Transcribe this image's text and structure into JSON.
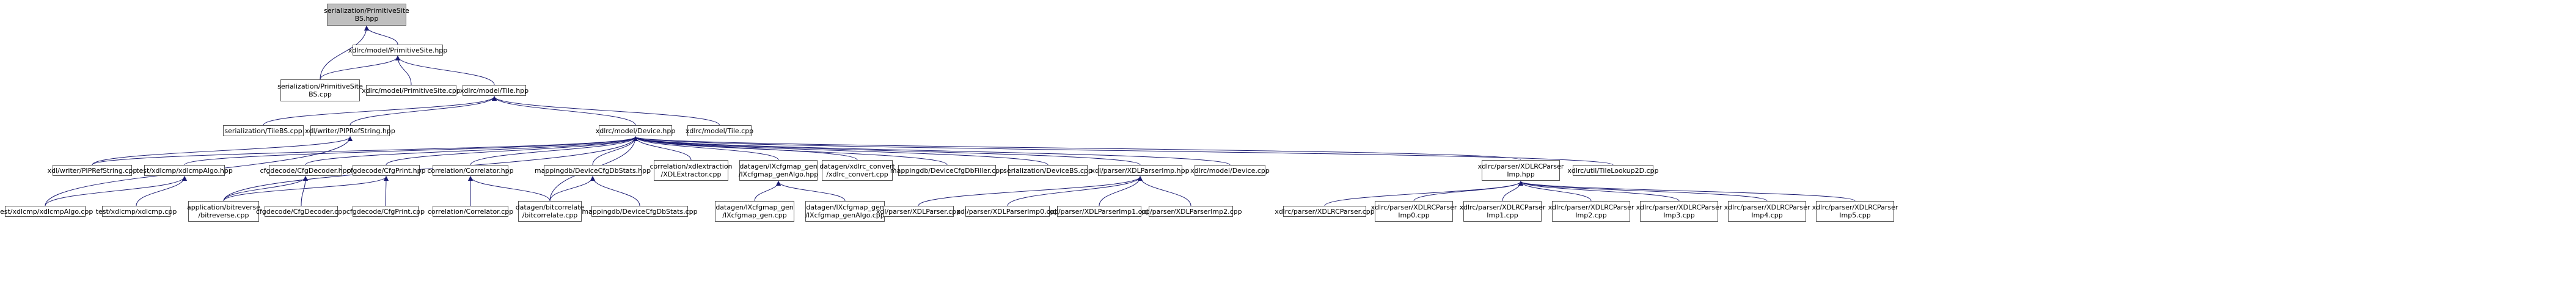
{
  "graph": {
    "nodes": [
      {
        "id": "n0",
        "label": "serialization/PrimitiveSite\nBS.hpp",
        "root": true
      },
      {
        "id": "n1",
        "label": "xdlrc/model/PrimitiveSite.hpp"
      },
      {
        "id": "n2",
        "label": "serialization/PrimitiveSite\nBS.cpp"
      },
      {
        "id": "n3",
        "label": "xdlrc/model/PrimitiveSite.cpp"
      },
      {
        "id": "n4",
        "label": "xdlrc/model/Tile.hpp"
      },
      {
        "id": "n5",
        "label": "serialization/TileBS.cpp"
      },
      {
        "id": "n6",
        "label": "xdl/writer/PIPRefString.hpp"
      },
      {
        "id": "n7",
        "label": "xdlrc/model/Device.hpp"
      },
      {
        "id": "n8",
        "label": "xdlrc/model/Tile.cpp"
      },
      {
        "id": "n9",
        "label": "xdl/writer/PIPRefString.cpp"
      },
      {
        "id": "n10",
        "label": "test/xdlcmp/xdlcmpAlgo.hpp"
      },
      {
        "id": "n11",
        "label": "cfgdecode/CfgDecoder.hpp"
      },
      {
        "id": "n12",
        "label": "cfgdecode/CfgPrint.hpp"
      },
      {
        "id": "n13",
        "label": "correlation/Correlator.hpp"
      },
      {
        "id": "n14",
        "label": "mappingdb/DeviceCfgDbStats.hpp"
      },
      {
        "id": "n15",
        "label": "correlation/xdlextraction\n/XDLExtractor.cpp"
      },
      {
        "id": "n16",
        "label": "datagen/lXcfgmap_gen\n/lXcfgmap_genAlgo.hpp"
      },
      {
        "id": "n17",
        "label": "datagen/xdlrc_convert\n/xdlrc_convert.cpp"
      },
      {
        "id": "n18",
        "label": "mappingdb/DeviceCfgDbFiller.cpp"
      },
      {
        "id": "n19",
        "label": "serialization/DeviceBS.cpp"
      },
      {
        "id": "n20",
        "label": "xdl/parser/XDLParserImp.hpp"
      },
      {
        "id": "n21",
        "label": "xdlrc/model/Device.cpp"
      },
      {
        "id": "n22",
        "label": "xdlrc/parser/XDLRCParser\nImp.hpp"
      },
      {
        "id": "n23",
        "label": "xdlrc/util/TileLookup2D.cpp"
      },
      {
        "id": "n24",
        "label": "test/xdlcmp/xdlcmpAlgo.cpp"
      },
      {
        "id": "n25",
        "label": "test/xdlcmp/xdlcmp.cpp"
      },
      {
        "id": "n26",
        "label": "application/bitreverse\n/bitreverse.cpp"
      },
      {
        "id": "n27",
        "label": "cfgdecode/CfgDecoder.cpp"
      },
      {
        "id": "n28",
        "label": "cfgdecode/CfgPrint.cpp"
      },
      {
        "id": "n29",
        "label": "correlation/Correlator.cpp"
      },
      {
        "id": "n30",
        "label": "datagen/bitcorrelate\n/bitcorrelate.cpp"
      },
      {
        "id": "n31",
        "label": "mappingdb/DeviceCfgDbStats.cpp"
      },
      {
        "id": "n32",
        "label": "datagen/lXcfgmap_gen\n/lXcfgmap_gen.cpp"
      },
      {
        "id": "n33",
        "label": "datagen/lXcfgmap_gen\n/lXcfgmap_genAlgo.cpp"
      },
      {
        "id": "n34",
        "label": "xdl/parser/XDLParser.cpp"
      },
      {
        "id": "n35",
        "label": "xdl/parser/XDLParserImp0.cpp"
      },
      {
        "id": "n36",
        "label": "xdl/parser/XDLParserImp1.cpp"
      },
      {
        "id": "n37",
        "label": "xdl/parser/XDLParserImp2.cpp"
      },
      {
        "id": "n38",
        "label": "xdlrc/parser/XDLRCParser.cpp"
      },
      {
        "id": "n39",
        "label": "xdlrc/parser/XDLRCParser\nImp0.cpp"
      },
      {
        "id": "n40",
        "label": "xdlrc/parser/XDLRCParser\nImp1.cpp"
      },
      {
        "id": "n41",
        "label": "xdlrc/parser/XDLRCParser\nImp2.cpp"
      },
      {
        "id": "n42",
        "label": "xdlrc/parser/XDLRCParser\nImp3.cpp"
      },
      {
        "id": "n43",
        "label": "xdlrc/parser/XDLRCParser\nImp4.cpp"
      },
      {
        "id": "n44",
        "label": "xdlrc/parser/XDLRCParser\nImp5.cpp"
      }
    ],
    "edges": [
      [
        "n0",
        "n1"
      ],
      [
        "n0",
        "n2"
      ],
      [
        "n1",
        "n2"
      ],
      [
        "n1",
        "n3"
      ],
      [
        "n1",
        "n4"
      ],
      [
        "n4",
        "n5"
      ],
      [
        "n4",
        "n6"
      ],
      [
        "n4",
        "n7"
      ],
      [
        "n4",
        "n8"
      ],
      [
        "n6",
        "n9"
      ],
      [
        "n6",
        "n24"
      ],
      [
        "n7",
        "n9"
      ],
      [
        "n7",
        "n10"
      ],
      [
        "n7",
        "n11"
      ],
      [
        "n7",
        "n12"
      ],
      [
        "n7",
        "n13"
      ],
      [
        "n7",
        "n14"
      ],
      [
        "n7",
        "n15"
      ],
      [
        "n7",
        "n16"
      ],
      [
        "n7",
        "n17"
      ],
      [
        "n7",
        "n18"
      ],
      [
        "n7",
        "n19"
      ],
      [
        "n7",
        "n20"
      ],
      [
        "n7",
        "n21"
      ],
      [
        "n7",
        "n22"
      ],
      [
        "n7",
        "n23"
      ],
      [
        "n7",
        "n26"
      ],
      [
        "n7",
        "n30"
      ],
      [
        "n10",
        "n24"
      ],
      [
        "n10",
        "n25"
      ],
      [
        "n11",
        "n26"
      ],
      [
        "n11",
        "n27"
      ],
      [
        "n12",
        "n26"
      ],
      [
        "n12",
        "n28"
      ],
      [
        "n13",
        "n29"
      ],
      [
        "n13",
        "n30"
      ],
      [
        "n14",
        "n30"
      ],
      [
        "n14",
        "n31"
      ],
      [
        "n16",
        "n32"
      ],
      [
        "n16",
        "n33"
      ],
      [
        "n20",
        "n34"
      ],
      [
        "n20",
        "n35"
      ],
      [
        "n20",
        "n36"
      ],
      [
        "n20",
        "n37"
      ],
      [
        "n22",
        "n38"
      ],
      [
        "n22",
        "n39"
      ],
      [
        "n22",
        "n40"
      ],
      [
        "n22",
        "n41"
      ],
      [
        "n22",
        "n42"
      ],
      [
        "n22",
        "n43"
      ],
      [
        "n22",
        "n44"
      ]
    ]
  }
}
